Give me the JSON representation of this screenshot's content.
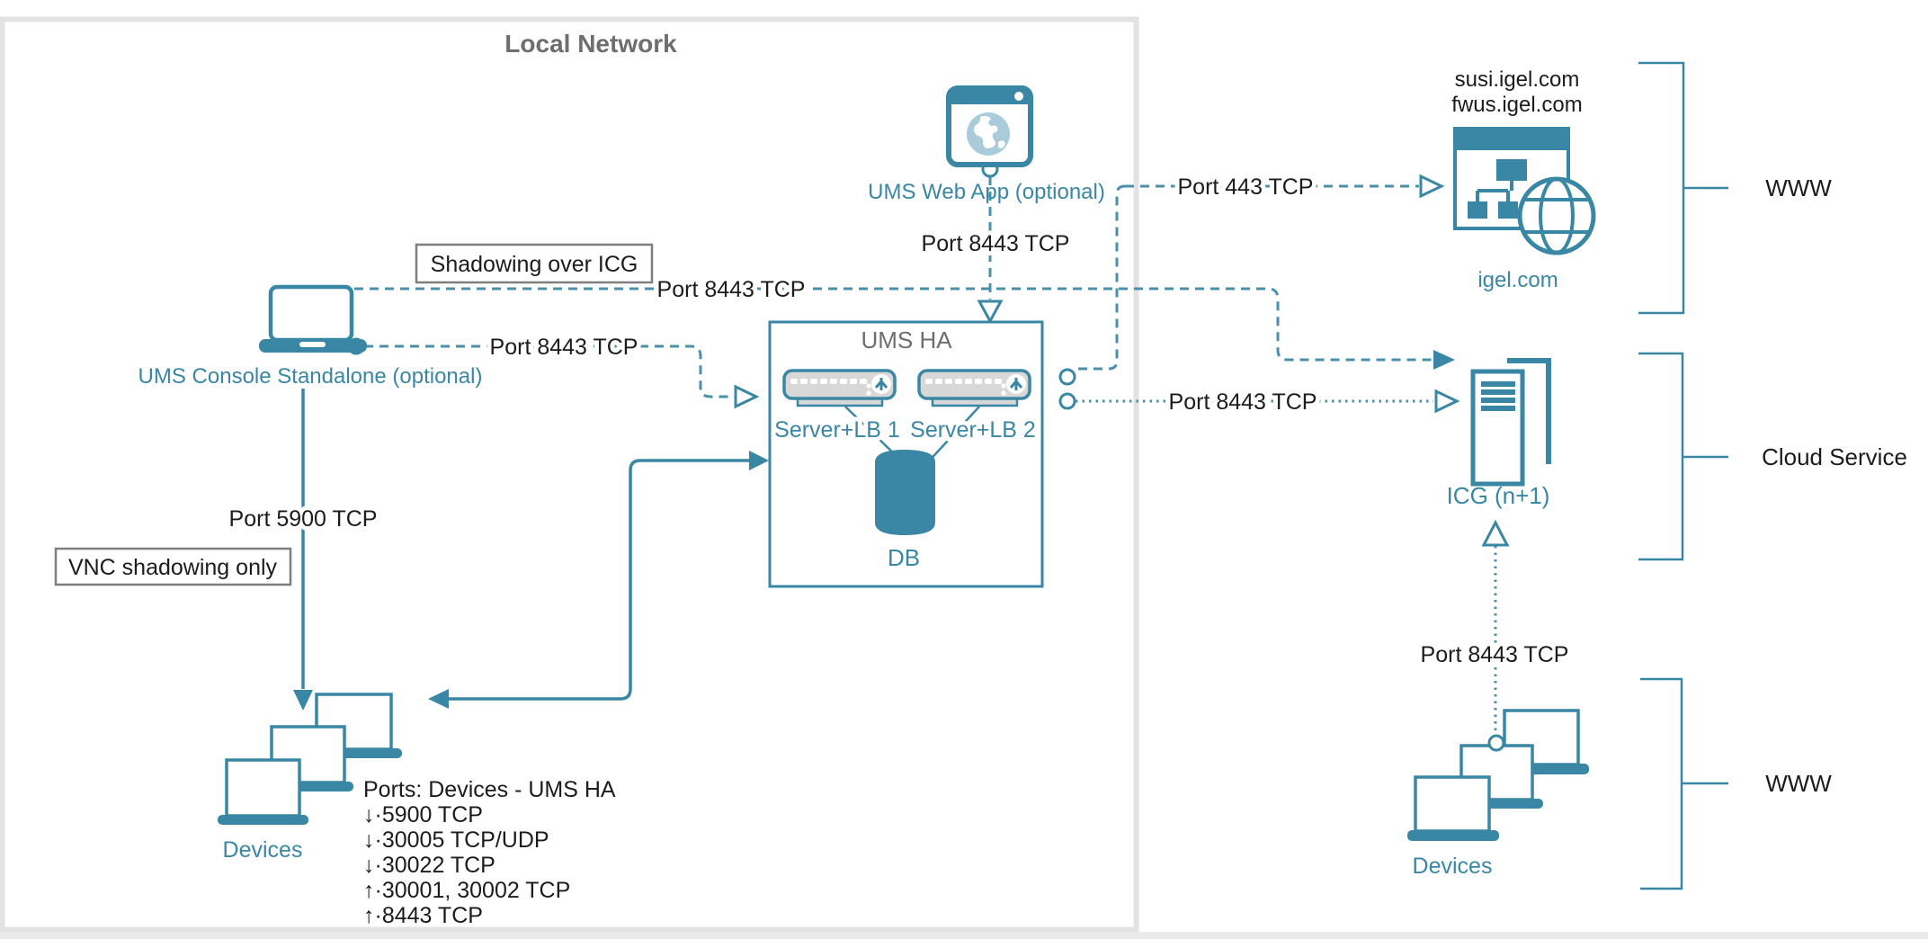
{
  "diagram_title": "Local Network",
  "colors": {
    "accent_teal": "#3A87A5",
    "line_teal": "#4A90AA",
    "server_gray": "#D8D8D8",
    "border_gray": "#E3E3E3",
    "label_box_border": "#7F7F7F",
    "title_gray": "#6E6E6E",
    "webapp_globe_light": "#A9CBDA",
    "text_black": "#1C1C1C"
  },
  "local_network": {
    "title": "Local Network"
  },
  "console": {
    "label": "UMS Console Standalone (optional)"
  },
  "webapp": {
    "label": "UMS Web App (optional)",
    "port": "Port 8443 TCP"
  },
  "callouts": {
    "shadowing": "Shadowing over ICG",
    "vnc": "VNC shadowing only"
  },
  "ports": {
    "console_top": "Port 8443 TCP",
    "console_mid": "Port 8443 TCP",
    "p443": "Port 443 TCP",
    "p5900": "Port 5900 TCP",
    "ums_to_icg": "Port 8443 TCP",
    "devices_to_icg": "Port 8443 TCP"
  },
  "ums_ha": {
    "title": "UMS HA",
    "server1": "Server+LB 1",
    "server2": "Server+LB 2",
    "db": "DB"
  },
  "cloud": {
    "icg": "ICG (n+1)"
  },
  "igel": {
    "host1": "susi.igel.com",
    "host2": "fwus.igel.com",
    "site": "igel.com"
  },
  "devices": {
    "left": "Devices",
    "right": "Devices"
  },
  "brackets": {
    "www_top": "WWW",
    "cloud_service": "Cloud Service",
    "www_bottom": "WWW"
  },
  "ports_list": {
    "title": "Ports: Devices - UMS HA",
    "lines": [
      "↓·5900 TCP",
      "↓·30005 TCP/UDP",
      "↓·30022 TCP",
      "↑·30001, 30002 TCP",
      "↑·8443 TCP"
    ]
  }
}
